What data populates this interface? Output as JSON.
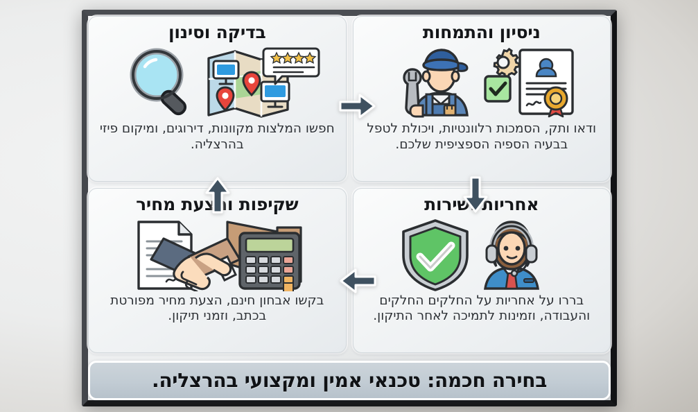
{
  "banner": {
    "text": "בחירה חכמה: טכנאי אמין ומקצועי בהרצליה."
  },
  "colors": {
    "frame": "#3c3f44",
    "arrow": "#3f5160",
    "card_bg": "#f1f4f6",
    "banner_bg": "#c2ccd4",
    "title_text": "#141619",
    "body_text": "#2c3035",
    "shield_green": "#62c36a",
    "accent_blue": "#3f7fbf"
  },
  "cards": [
    {
      "id": "inspection-and-screening",
      "title": "בדיקה וסינון",
      "body": "חפשו המלצות מקוונות, דירוגים, ומיקום פיזי בהרצליה.",
      "icons": [
        "magnifier-icon",
        "map-with-pins-icon",
        "review-stars-icon",
        "monitor-icon"
      ]
    },
    {
      "id": "experience-and-expertise",
      "title": "ניסיון והתמחות",
      "body": "ודאו ותק, הסמכות רלוונטיות, ויכולת לטפל בבעיה הספיה הספציפית שלכם.",
      "icons": [
        "technician-icon",
        "wrench-icon",
        "gear-icon",
        "green-check-icon",
        "certificate-icon",
        "award-seal-icon"
      ]
    },
    {
      "id": "transparency-and-quote",
      "title": "שקיפות והצעת מחיר",
      "body": "בקשו אבחון חינם, הצעת מחיר מפורטת בכתב, וזמני תיקון.",
      "icons": [
        "handshake-icon",
        "document-icon",
        "calculator-icon"
      ]
    },
    {
      "id": "warranty-and-service",
      "title": "אחריות ושירות",
      "body": "בררו על אחריות על החלקים החלקים והעבודה, וזמינות לתמיכה לאחר התיקון.",
      "icons": [
        "shield-check-icon",
        "support-agent-icon",
        "headset-icon"
      ]
    }
  ],
  "arrows": [
    {
      "id": "arrow-right-top",
      "direction": "right"
    },
    {
      "id": "arrow-down-right",
      "direction": "down"
    },
    {
      "id": "arrow-left-bottom",
      "direction": "left"
    },
    {
      "id": "arrow-up-left",
      "direction": "up"
    }
  ]
}
